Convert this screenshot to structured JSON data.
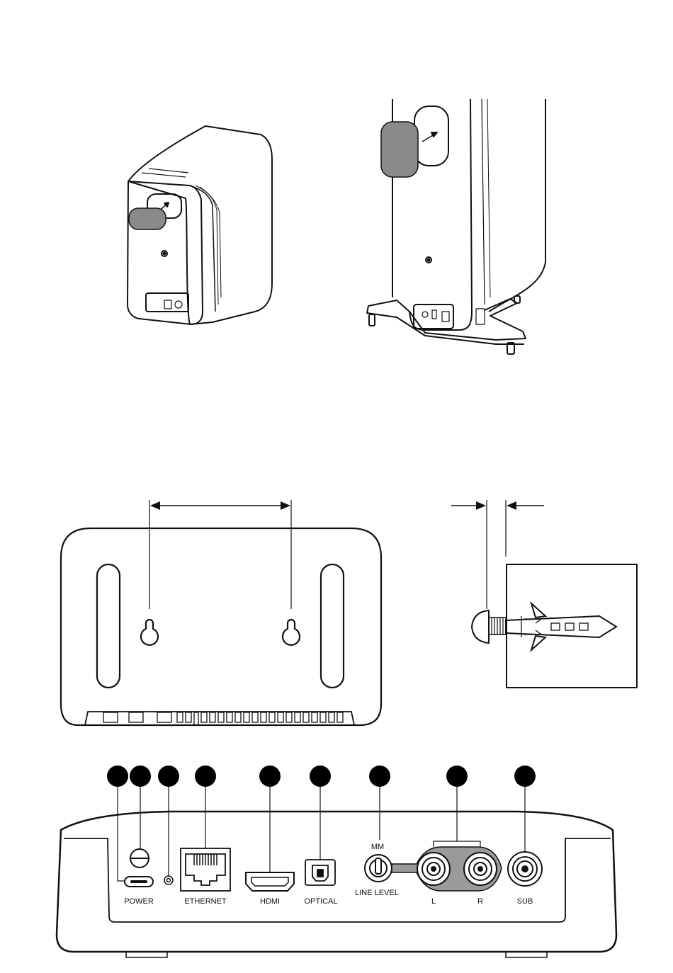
{
  "panel": {
    "ports": {
      "power": "POWER",
      "ethernet": "ETHERNET",
      "hdmi": "HDMI",
      "optical": "OPTICAL",
      "mm": "MM",
      "line_level": "LINE LEVEL",
      "left": "L",
      "right": "R",
      "sub": "SUB"
    }
  },
  "colors": {
    "line": "#111111",
    "port_plug": "#8a8a8a",
    "rca_ring": "#9a9a9a",
    "callout": "#000000"
  }
}
